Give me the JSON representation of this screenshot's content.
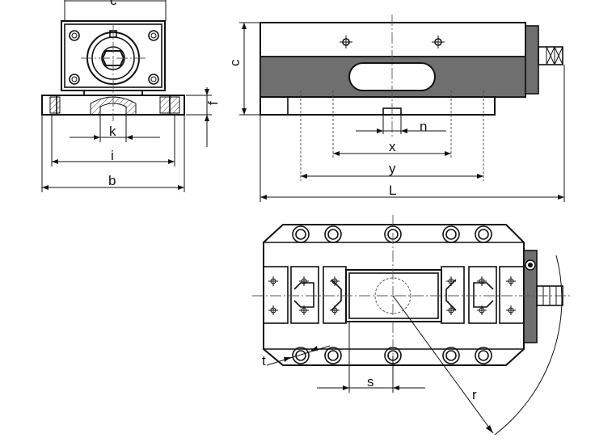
{
  "labels": {
    "k": "k",
    "i": "i",
    "b": "b",
    "f": "f",
    "c": "c",
    "n": "n",
    "x": "x",
    "y": "y",
    "L": "L",
    "s": "s",
    "t": "t",
    "r": "r"
  }
}
